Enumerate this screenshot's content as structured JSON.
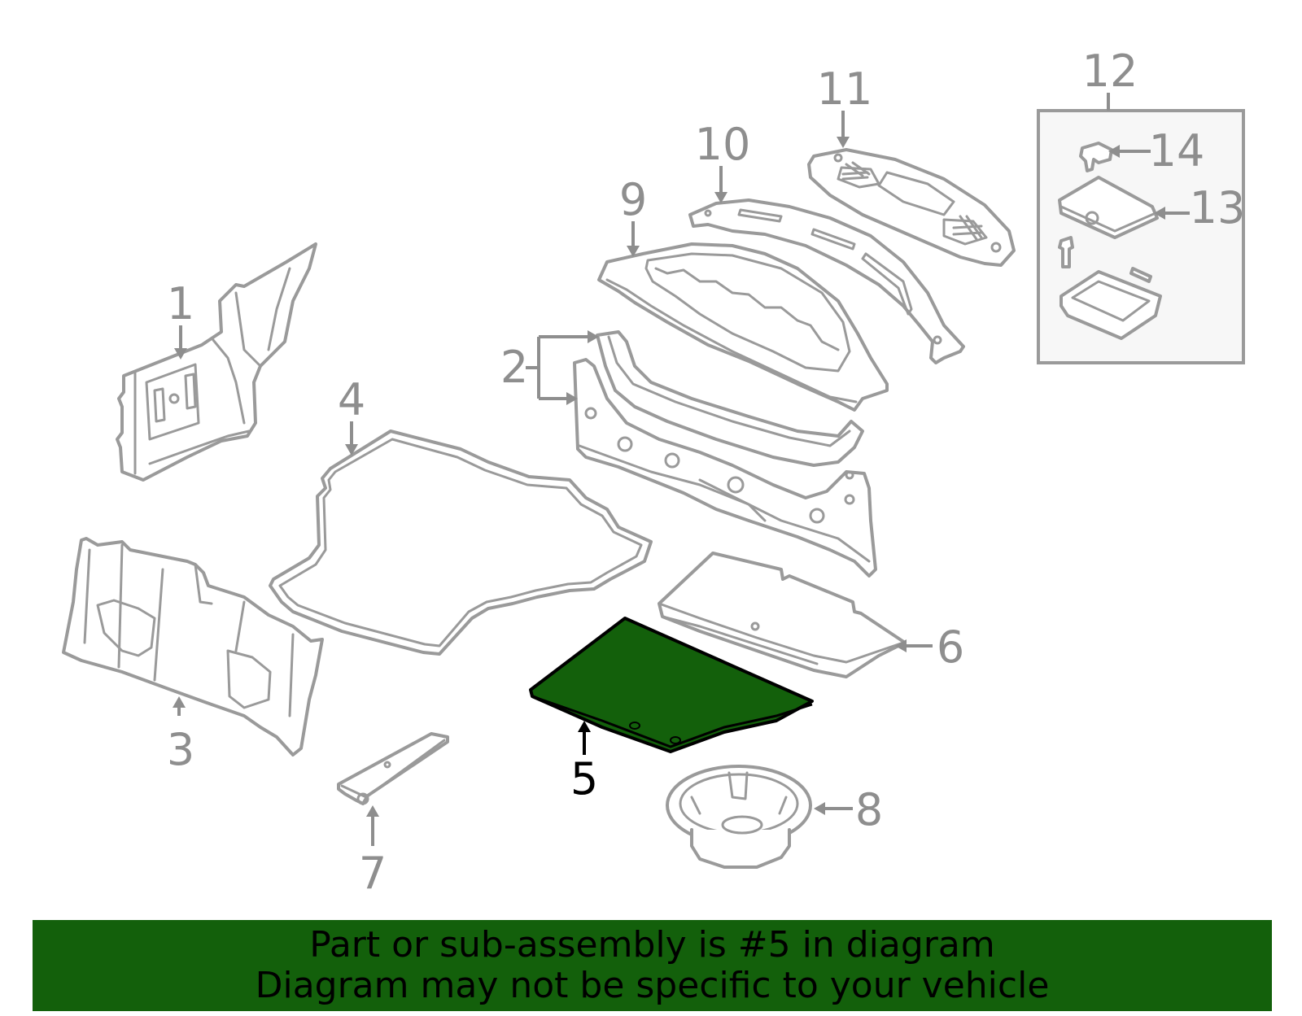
{
  "diagram": {
    "highlighted_part": "5",
    "highlight_color": "#13600b",
    "line_color": "#9a9a9a",
    "callouts": [
      {
        "id": "c1",
        "label": "1"
      },
      {
        "id": "c2",
        "label": "2"
      },
      {
        "id": "c3",
        "label": "3"
      },
      {
        "id": "c4",
        "label": "4"
      },
      {
        "id": "c5",
        "label": "5"
      },
      {
        "id": "c6",
        "label": "6"
      },
      {
        "id": "c7",
        "label": "7"
      },
      {
        "id": "c8",
        "label": "8"
      },
      {
        "id": "c9",
        "label": "9"
      },
      {
        "id": "c10",
        "label": "10"
      },
      {
        "id": "c11",
        "label": "11"
      },
      {
        "id": "c12",
        "label": "12"
      },
      {
        "id": "c13",
        "label": "13"
      },
      {
        "id": "c14",
        "label": "14"
      }
    ]
  },
  "banner": {
    "line1": "Part or sub-assembly is #5 in diagram",
    "line2": "Diagram may not be specific to your vehicle",
    "background": "#13600b"
  }
}
